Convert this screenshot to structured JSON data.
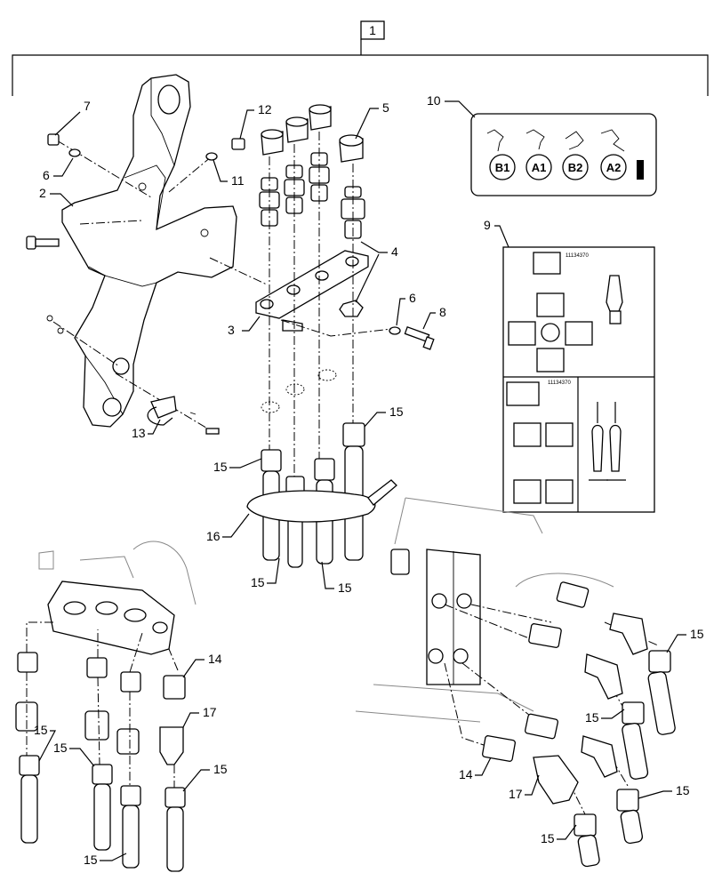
{
  "callouts": {
    "top": "1",
    "c2": "2",
    "c3": "3",
    "c4": "4",
    "c5": "5",
    "c6a": "6",
    "c6b": "6",
    "c7": "7",
    "c8": "8",
    "c9": "9",
    "c10": "10",
    "c11": "11",
    "c12": "12",
    "c13": "13",
    "c14a": "14",
    "c14b": "14",
    "c15a": "15",
    "c15b": "15",
    "c15c": "15",
    "c15d": "15",
    "c15e": "15",
    "c15f": "15",
    "c15g": "15",
    "c15h": "15",
    "c15i": "15",
    "c15j": "15",
    "c15k": "15",
    "c15l": "15",
    "c16": "16",
    "c17a": "17",
    "c17b": "17"
  },
  "decal_10": {
    "labels": [
      "B1",
      "A1",
      "B2",
      "A2"
    ]
  },
  "decal_9": {
    "part_number_top": "11134370",
    "part_number_bottom": "11134370"
  }
}
